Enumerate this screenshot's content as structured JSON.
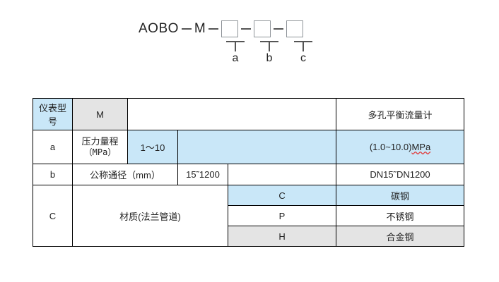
{
  "diagram": {
    "prefix": "AOBO",
    "series": "M",
    "separator": "–",
    "boxes": [
      {
        "label": "a"
      },
      {
        "label": "b"
      },
      {
        "label": "c"
      }
    ]
  },
  "colors": {
    "highlight_blue": "#c9e7f8",
    "highlight_gray": "#e4e4e4",
    "border": "#000000",
    "spell_error": "#e03b3b"
  },
  "table": {
    "header": {
      "col1": "仪表型号",
      "col2": "M",
      "col3": "",
      "col4": "",
      "col5": "",
      "col6": "多孔平衡流量计"
    },
    "rows": [
      {
        "code": "a",
        "name_line1": "压力量程",
        "name_line2": "（MPa）",
        "range": "1～10",
        "spec": "",
        "value": "(1.0˜10.0)MPa",
        "value_plain": "(1.0~10.0)",
        "value_unit": "MPa"
      },
      {
        "code": "b",
        "name": "公称通径（mm）",
        "range": "15˜1200",
        "spec": "",
        "value": "DN15˜DN1200"
      },
      {
        "code": "C",
        "name": "材质(法兰管道)",
        "materials": [
          {
            "symbol": "C",
            "value": "碳钢",
            "shade": "blue"
          },
          {
            "symbol": "P",
            "value": "不锈钢",
            "shade": "white"
          },
          {
            "symbol": "H",
            "value": "合金钢",
            "shade": "gray"
          }
        ]
      }
    ]
  }
}
